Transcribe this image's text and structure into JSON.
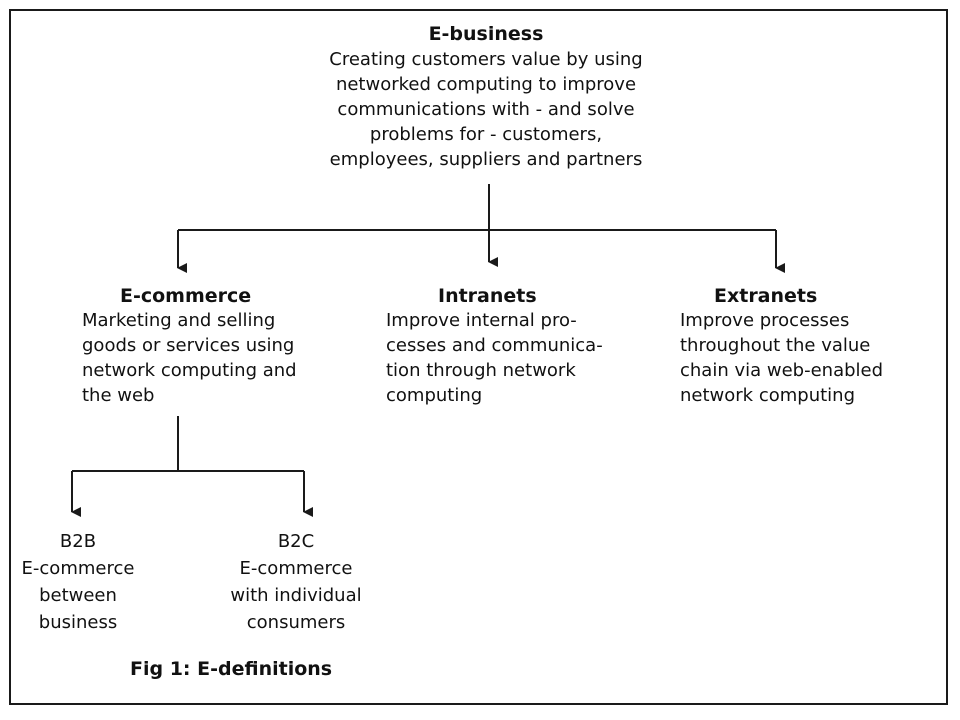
{
  "diagram": {
    "root": {
      "title": "E-business",
      "description": [
        "Creating customers value by using",
        "networked computing to improve",
        "communications with - and solve",
        "problems for - customers,",
        "employees, suppliers and partners"
      ]
    },
    "children": [
      {
        "title": "E-commerce",
        "description": [
          "Marketing and selling",
          "goods or services using",
          "network computing and",
          "the web"
        ]
      },
      {
        "title": "Intranets",
        "description": [
          "Improve internal pro-",
          "cesses and communica-",
          "tion through network",
          "computing"
        ]
      },
      {
        "title": "Extranets",
        "description": [
          "Improve processes",
          "throughout the value",
          "chain via web-enabled",
          "network computing"
        ]
      }
    ],
    "ecommerce_children": [
      {
        "lines": [
          "B2B",
          "E-commerce",
          "between",
          "business"
        ]
      },
      {
        "lines": [
          "B2C",
          "E-commerce",
          "with individual",
          "consumers"
        ]
      }
    ],
    "caption": "Fig 1: E-definitions"
  },
  "colors": {
    "text": "#111111",
    "lines": "#1a1a1a",
    "background": "#ffffff"
  }
}
